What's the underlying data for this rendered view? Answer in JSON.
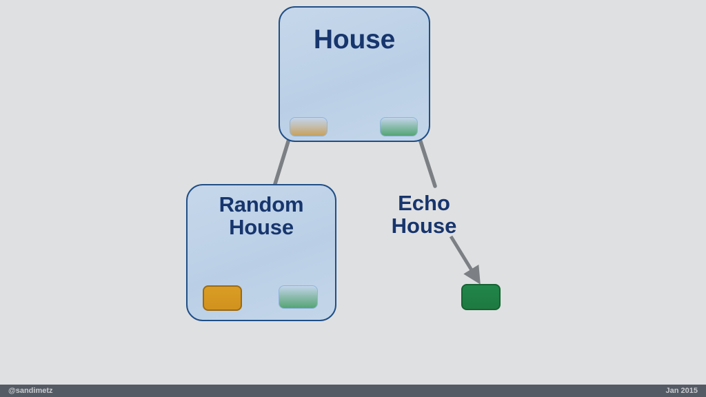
{
  "slide": {
    "background_color": "#dfe0e1",
    "accent_color": "#17356d",
    "box_fill_color": "#bed2e8",
    "box_border_color": "#1f4e87"
  },
  "diagram": {
    "type": "class-inheritance",
    "root": {
      "name": "house-class",
      "title": "House",
      "methods": [
        {
          "name": "method-chip-orange",
          "state": "faded",
          "color": "#c79e56"
        },
        {
          "name": "method-chip-green",
          "state": "faded",
          "color": "#4ea26e"
        }
      ]
    },
    "children": [
      {
        "name": "random-house-class",
        "title": "Random\nHouse",
        "boxed": true,
        "methods": [
          {
            "name": "method-chip-orange",
            "state": "overridden",
            "color": "#d2931e"
          },
          {
            "name": "method-chip-green",
            "state": "faded",
            "color": "#4ea26e"
          }
        ],
        "override_arrow": true
      },
      {
        "name": "echo-house-class",
        "title": "Echo\nHouse",
        "boxed": false,
        "methods": [
          {
            "name": "method-chip-green",
            "state": "overridden",
            "color": "#1d7a40"
          }
        ],
        "override_arrow": true
      }
    ],
    "connector_color": "#7c8084"
  },
  "footer": {
    "handle": "@sandimetz",
    "date": "Jan 2015",
    "background_color": "#555b64",
    "text_color": "#c8cbcf"
  }
}
